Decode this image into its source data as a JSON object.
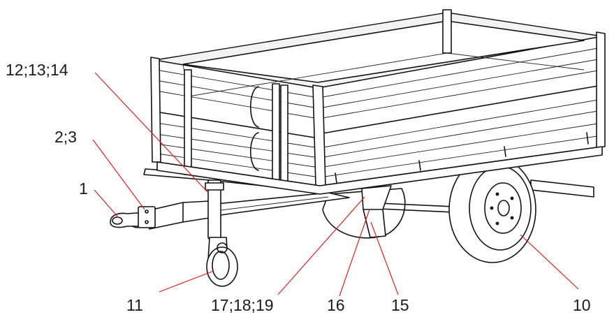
{
  "callouts": [
    {
      "id": "12-13-14",
      "text": "12;13;14"
    },
    {
      "id": "2-3",
      "text": "2;3"
    },
    {
      "id": "1",
      "text": "1"
    },
    {
      "id": "11",
      "text": "11"
    },
    {
      "id": "17-18-19",
      "text": "17;18;19"
    },
    {
      "id": "16",
      "text": "16"
    },
    {
      "id": "15",
      "text": "15"
    },
    {
      "id": "10",
      "text": "10"
    }
  ],
  "colors": {
    "leader_line": "#e02020",
    "outline": "#111111",
    "background": "#ffffff"
  }
}
